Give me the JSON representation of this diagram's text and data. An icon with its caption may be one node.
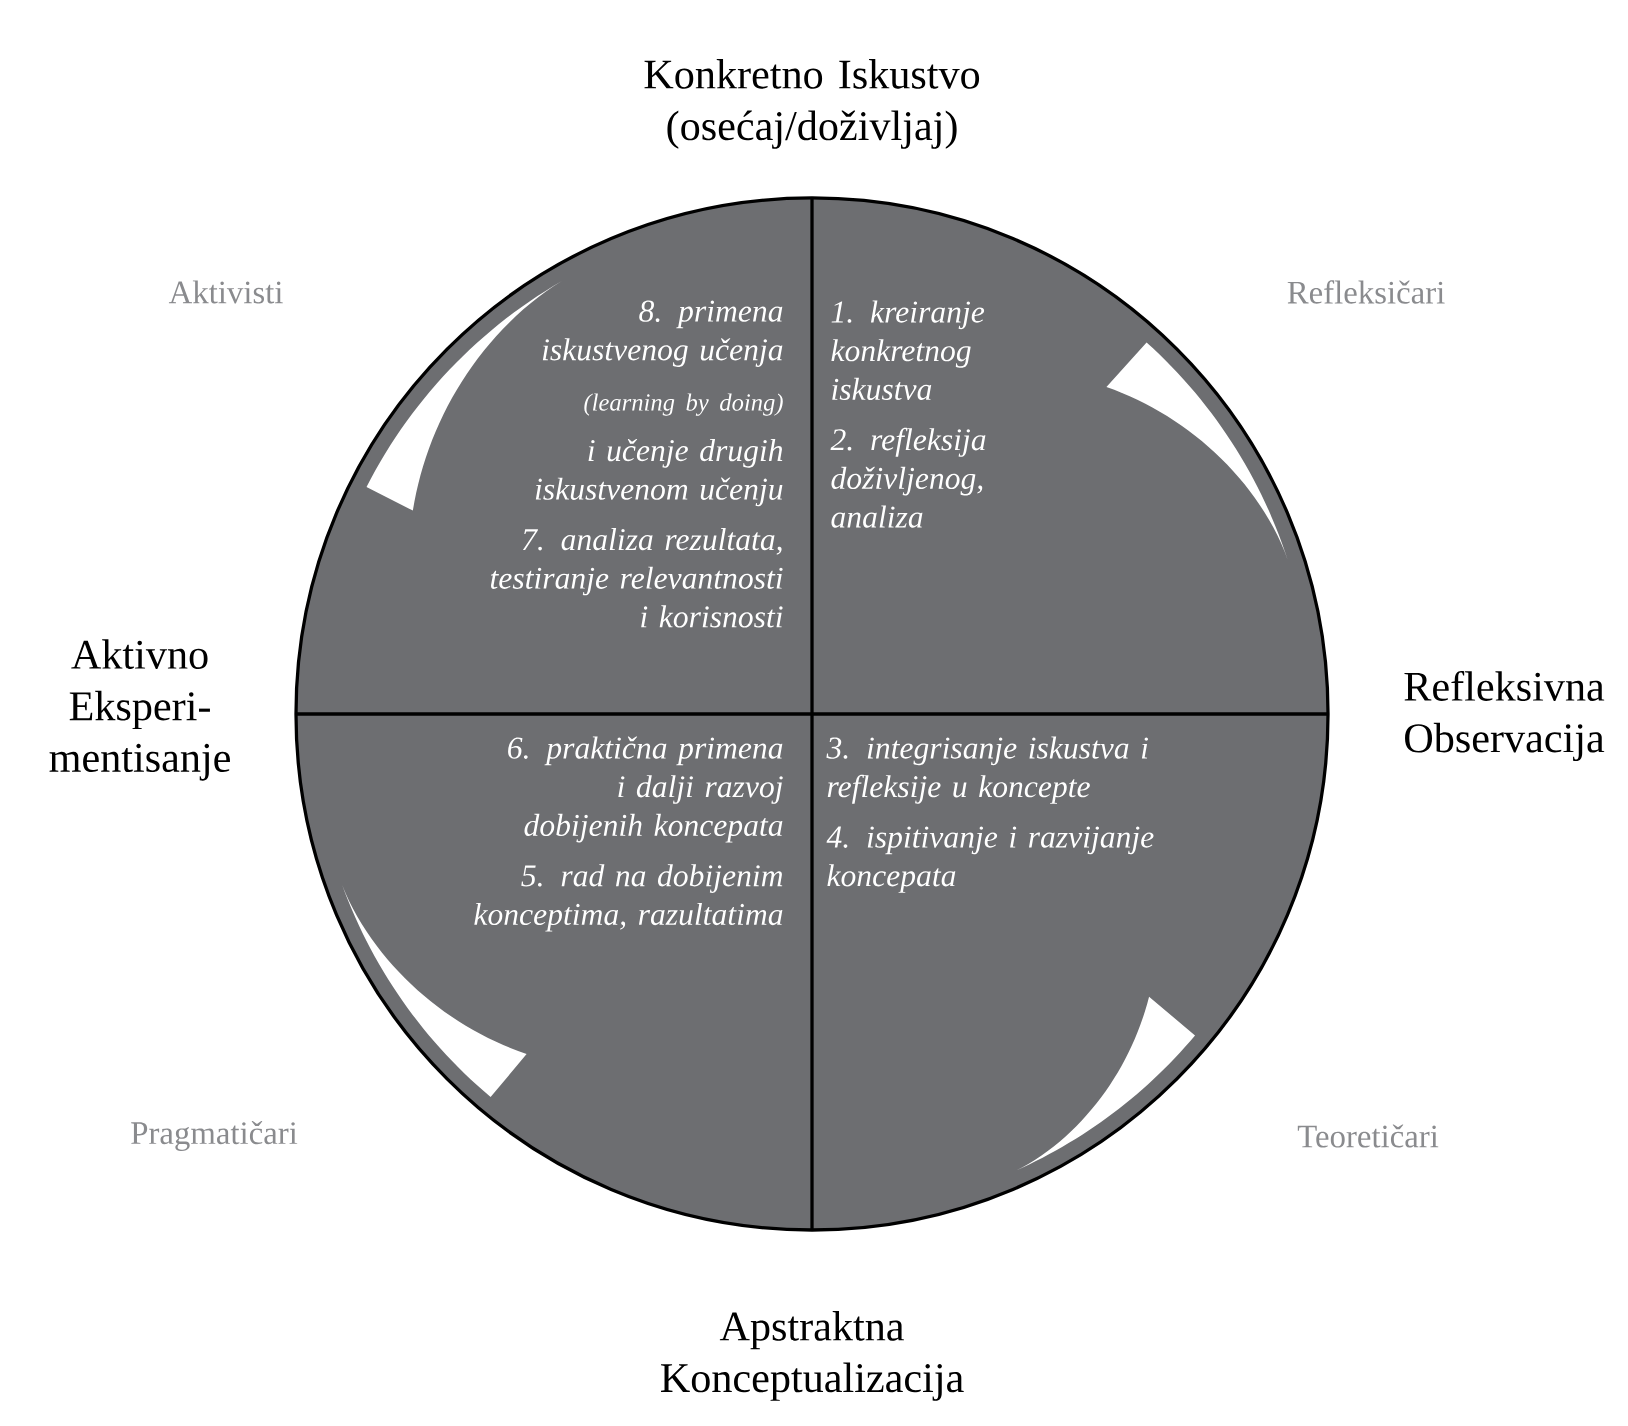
{
  "diagram": {
    "nodes": [
      {
        "text": [],
        "shape": "circle"
      },
      {
        "text": [
          "8. primena iskustvenog učenja",
          "(learning by doing)",
          "i učenje drugih iskustvenom učenju",
          "7. analiza rezultata, testiranje relevantnosti i korisnosti"
        ],
        "in": 0
      },
      {
        "text": [
          "1. kreiranje konkretnog iskustva",
          "2. refleksija doživljenog, analiza"
        ],
        "in": 0
      },
      {
        "text": [
          "6. praktična primena i dalji razvoj dobijenih koncepata",
          "5. rad na dobijenim konceptima, razultatima"
        ],
        "in": 0
      },
      {
        "text": [
          "3. integrisanje iskustva i refleksije u koncepte",
          "4. ispitivanje i razvijanje koncepata"
        ],
        "in": 0
      }
    ],
    "labels": [
      "Konkretno Iskustvo (osećaj/doživljaj)",
      "Aktivisti",
      "Refleksičari",
      "Aktivno Eksperi-mentisanje",
      "Refleksivna Observacija",
      "Pragmatičari",
      "Teoretičari",
      "Apstraktna Konceptualizacija"
    ]
  }
}
